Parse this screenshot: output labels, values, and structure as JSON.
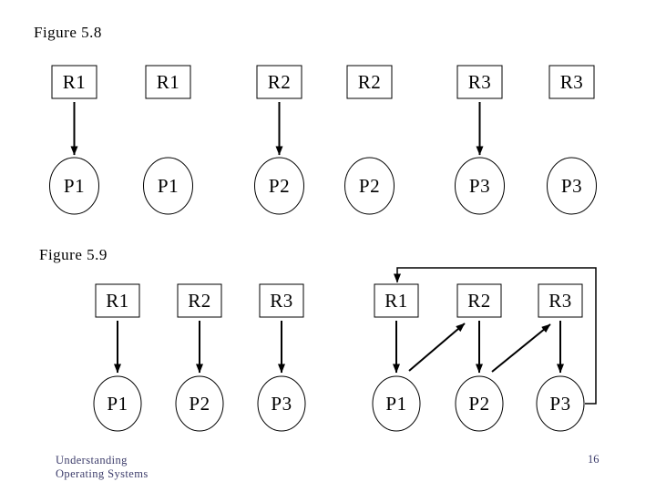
{
  "slide": {
    "footer": {
      "line1": "Understanding",
      "line2": "Operating Systems"
    },
    "page_number": "16"
  },
  "colors": {
    "background": "#ffffff",
    "diagram_line": "#000000",
    "node_text": "#000000",
    "footer_text": "#3d3d6b"
  },
  "figure_5_8": {
    "title": "Figure 5.8",
    "columns": [
      {
        "resource": "R1",
        "process": "P1",
        "edge": "allocation"
      },
      {
        "resource": "R1",
        "process": "P1",
        "edge": "none"
      },
      {
        "resource": "R2",
        "process": "P2",
        "edge": "allocation"
      },
      {
        "resource": "R2",
        "process": "P2",
        "edge": "none"
      },
      {
        "resource": "R3",
        "process": "P3",
        "edge": "allocation"
      },
      {
        "resource": "R3",
        "process": "P3",
        "edge": "none"
      }
    ]
  },
  "figure_5_9": {
    "title": "Figure 5.9",
    "left_diagram": {
      "columns": [
        {
          "resource": "R1",
          "process": "P1",
          "edge": "allocation"
        },
        {
          "resource": "R2",
          "process": "P2",
          "edge": "allocation"
        },
        {
          "resource": "R3",
          "process": "P3",
          "edge": "allocation"
        }
      ]
    },
    "right_diagram": {
      "columns": [
        {
          "resource": "R1",
          "process": "P1",
          "edge": "allocation"
        },
        {
          "resource": "R2",
          "process": "P2",
          "edge": "allocation"
        },
        {
          "resource": "R3",
          "process": "P3",
          "edge": "allocation"
        }
      ],
      "request_edges": [
        "P1 requests R2",
        "P2 requests R3",
        "P3 requests R1"
      ]
    }
  }
}
